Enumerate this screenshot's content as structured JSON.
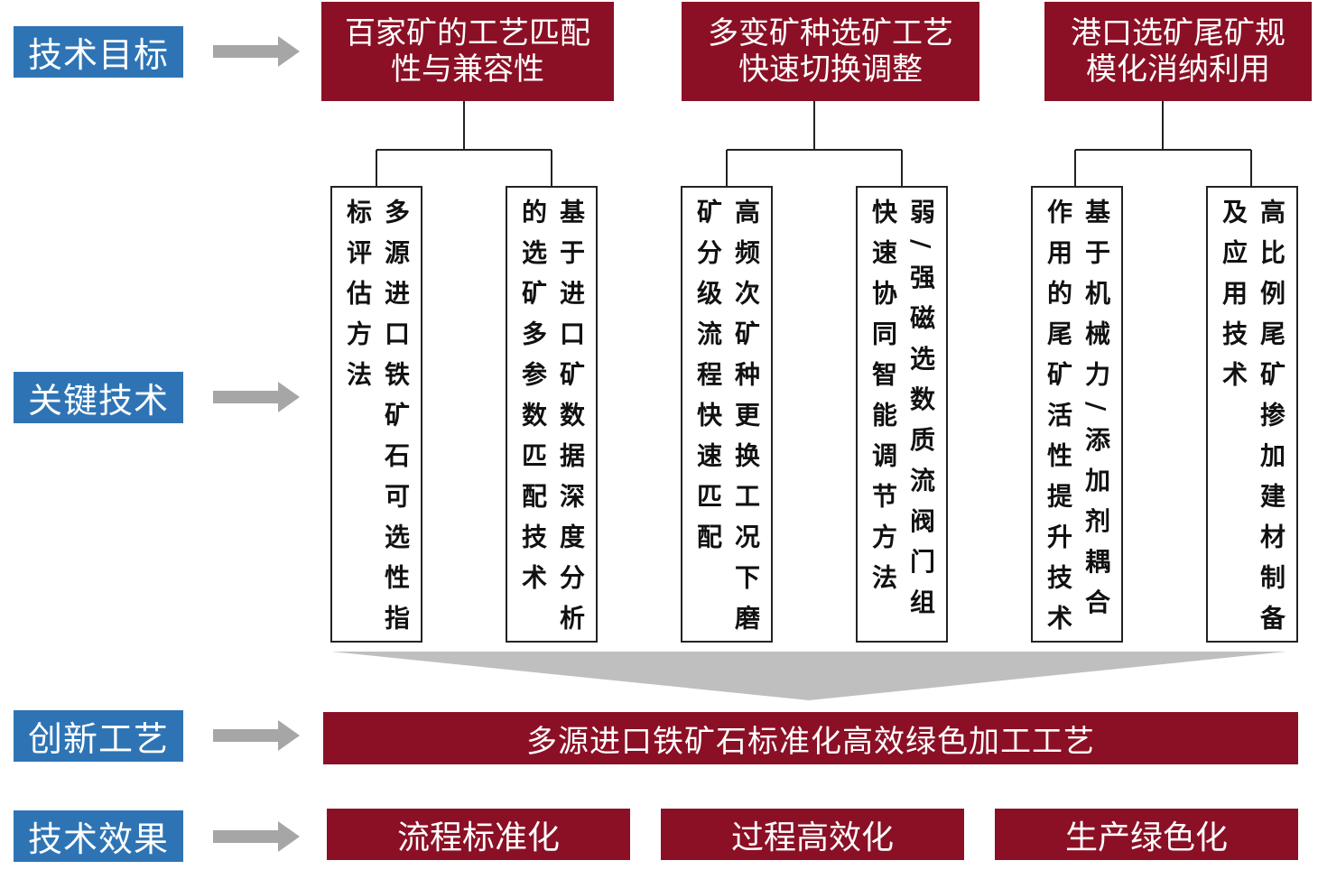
{
  "rows": {
    "goal": "技术目标",
    "key_tech": "关键技术",
    "innovation": "创新工艺",
    "effect": "技术效果"
  },
  "goals": [
    {
      "line1": "百家矿的工艺匹配",
      "line2": "性与兼容性"
    },
    {
      "line1": "多变矿种选矿工艺",
      "line2": "快速切换调整"
    },
    {
      "line1": "港口选矿尾矿规",
      "line2": "模化消纳利用"
    }
  ],
  "techs": [
    {
      "col1": "多源进口铁矿石可选性指",
      "col2": "标评估方法"
    },
    {
      "col1": "基于进口矿数据深度分析",
      "col2": "的选矿多参数匹配技术"
    },
    {
      "col1": "高频次矿种更换工况下磨",
      "col2": "矿分级流程快速匹配"
    },
    {
      "col1": "弱/强磁选数质流阀门组",
      "col2": "快速协同智能调节方法"
    },
    {
      "col1": "基于机械力/添加剂耦合",
      "col2": "作用的尾矿活性提升技术"
    },
    {
      "col1": "高比例尾矿掺加建材制备",
      "col2": "及应用技术"
    }
  ],
  "innovation": "多源进口铁矿石标准化高效绿色加工工艺",
  "effects": [
    "流程标准化",
    "过程高效化",
    "生产绿色化"
  ],
  "colors": {
    "accent_red": "#8b1025",
    "label_blue": "#2e74b5",
    "arrow_gray": "#a6a6a6"
  }
}
